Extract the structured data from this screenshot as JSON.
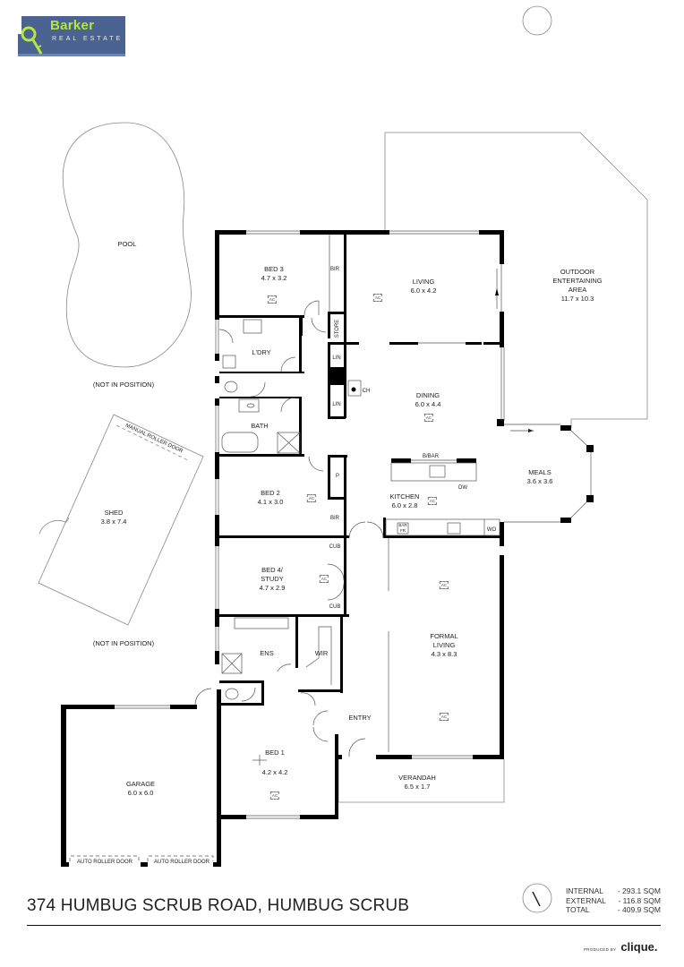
{
  "logo": {
    "brand": "Barker",
    "subtitle": "REAL ESTATE",
    "colors": {
      "background": "#4a6391",
      "brand_text": "#b6e63e"
    }
  },
  "rooms": {
    "pool": {
      "name": "POOL",
      "note": "(NOT IN POSITION)"
    },
    "shed": {
      "name": "SHED",
      "size": "3.8 x 7.4",
      "door": "MANUAL ROLLER DOOR",
      "note": "(NOT IN POSITION)"
    },
    "bed3": {
      "name": "BED 3",
      "size": "4.7 x 3.2"
    },
    "living": {
      "name": "LIVING",
      "size": "6.0 x 4.2"
    },
    "outdoor": {
      "name_line1": "OUTDOOR",
      "name_line2": "ENTERTAINING",
      "name_line3": "AREA",
      "size": "11.7 x 10.3"
    },
    "laundry": {
      "name": "L'DRY"
    },
    "dining": {
      "name": "DINING",
      "size": "6.0 x 4.4"
    },
    "bath": {
      "name": "BATH"
    },
    "bed2": {
      "name": "BED 2",
      "size": "4.1 x 3.0"
    },
    "kitchen": {
      "name": "KITCHEN",
      "size": "6.0 x 2.8"
    },
    "meals": {
      "name": "MEALS",
      "size": "3.6 x 3.6"
    },
    "bed4": {
      "name_line1": "BED 4/",
      "name_line2": "STUDY",
      "size": "4.7 x 2.9"
    },
    "formal_living": {
      "name_line1": "FORMAL",
      "name_line2": "LIVING",
      "size": "4.3 x 8.3"
    },
    "ensuite": {
      "name": "ENS"
    },
    "wir": {
      "name": "WIR"
    },
    "entry": {
      "name": "ENTRY"
    },
    "bed1": {
      "name": "BED 1",
      "size": "4.2 x 4.2"
    },
    "verandah": {
      "name": "VERANDAH",
      "size": "6.5 x 1.7"
    },
    "garage": {
      "name": "GARAGE",
      "size": "6.0 x 6.0",
      "door_left": "AUTO ROLLER DOOR",
      "door_right": "AUTO ROLLER DOOR"
    }
  },
  "fixtures": {
    "bir": "BIR",
    "store": "STORE",
    "lin": "LIN",
    "ch": "CH",
    "pantry": "P",
    "cub": "CUB",
    "bbar": "B/BAR",
    "dw": "DW",
    "bar_fr_1": "BAR",
    "bar_fr_2": "FR",
    "wo": "WO",
    "ac": "AC"
  },
  "footer": {
    "address": "374 HUMBUG SCRUB ROAD, HUMBUG SCRUB",
    "areas": [
      {
        "label": "INTERNAL",
        "value": "- 293.1 SQM"
      },
      {
        "label": "EXTERNAL",
        "value": "- 116.8 SQM"
      },
      {
        "label": "TOTAL",
        "value": "- 409.9 SQM"
      }
    ],
    "produced_by": "PRODUCED BY",
    "producer": "clique."
  }
}
